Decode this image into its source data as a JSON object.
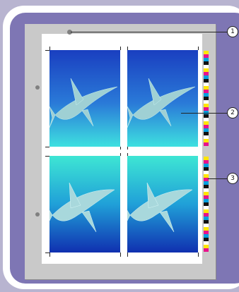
{
  "callouts": [
    {
      "number": "1",
      "target": "registration-pin"
    },
    {
      "number": "2",
      "target": "printed-image"
    },
    {
      "number": "3",
      "target": "color-control-strip"
    }
  ],
  "colors": {
    "panel": "#7e76b4",
    "sheet": "#c9c9c9",
    "paper": "#ffffff",
    "water_light": "#3de6d0",
    "water_dark": "#1030b0",
    "strip": [
      "#ffe600",
      "#e8128c",
      "#00a0e0",
      "#111111",
      "#ffffff"
    ]
  },
  "layout": {
    "columns": 2,
    "rows": 2,
    "subject": "shark"
  }
}
